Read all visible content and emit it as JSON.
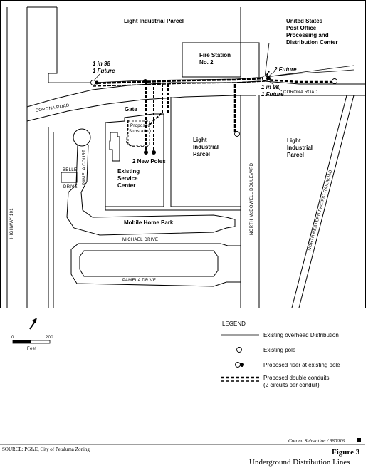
{
  "parcels": {
    "light_industrial_top": "Light Industrial Parcel",
    "usps": [
      "United States",
      "Post Office",
      "Processing and",
      "Distribution Center"
    ],
    "fire_station": [
      "Fire Station",
      "No. 2"
    ],
    "light_industrial_center": [
      "Light",
      "Industrial",
      "Parcel"
    ],
    "light_industrial_right": [
      "Light",
      "Industrial",
      "Parcel"
    ],
    "existing_service_center": [
      "Existing",
      "Service",
      "Center"
    ],
    "mobile_home_park": "Mobile Home Park"
  },
  "annotations": {
    "one_in_98_left": [
      "1 in 98",
      "1 Future"
    ],
    "two_future": "2 Future",
    "one_in_98_right": [
      "1 in 98",
      "1 Future"
    ],
    "gate": "Gate",
    "proposed_substation": [
      "Proposed",
      "Substation"
    ],
    "two_new_poles": "2 New Poles"
  },
  "roads": {
    "corona_road_left": "CORONA ROAD",
    "corona_road_right": "CORONA ROAD",
    "pamela_court": "PAMELA COURT",
    "belle": "BELLE",
    "drive": "DRIVE",
    "michael_drive": "MICHAEL DRIVE",
    "pamela_drive": "PAMELA DRIVE",
    "highway_101": "HIGHWAY 101",
    "north_mcdowell": "NORTH McDOWELL BOULEVARD",
    "railroad": "NORTHWESTERN PACIFIC RAILROAD"
  },
  "scale": {
    "zero": "0",
    "two_hundred": "200",
    "unit": "Feet"
  },
  "legend": {
    "title": "LEGEND",
    "items": [
      "Existing overhead Distribution",
      "Existing pole",
      "Proposed riser at existing pole",
      "Proposed double conduits",
      "(2 circuits per conduit)"
    ]
  },
  "footer": {
    "project": "Corona Substation / 980016",
    "source": "SOURCE:  PG&E, City of Petaluma Zoning",
    "figure": "Figure 3",
    "caption": "Underground Distribution Lines"
  }
}
